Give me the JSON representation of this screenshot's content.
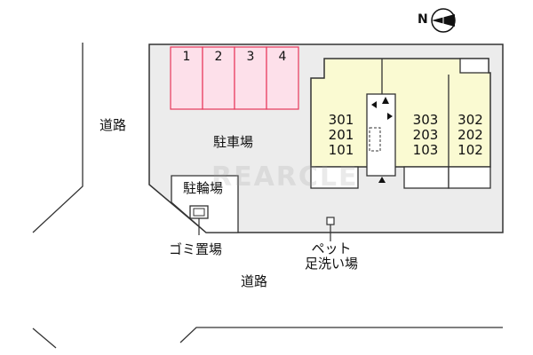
{
  "compass": {
    "label": "N"
  },
  "parking": {
    "label": "駐車場",
    "stalls": [
      "1",
      "2",
      "3",
      "4"
    ]
  },
  "bicycle_parking": {
    "label": "駐輪場"
  },
  "garbage": {
    "label": "ゴミ置場"
  },
  "pet_wash": {
    "line1": "ペット",
    "line2": "足洗い場"
  },
  "roads": {
    "west_label": "道路",
    "south_label": "道路"
  },
  "building": {
    "left_units": [
      "301",
      "201",
      "101"
    ],
    "middle_units": [
      "303",
      "203",
      "103"
    ],
    "right_units": [
      "302",
      "202",
      "102"
    ]
  },
  "watermark": "REARCLE",
  "colors": {
    "building_fill": "#fafad2",
    "stall_fill": "#fde0ea",
    "stall_border": "#e8375a",
    "lot_fill": "#ececec",
    "outline": "#333333"
  }
}
